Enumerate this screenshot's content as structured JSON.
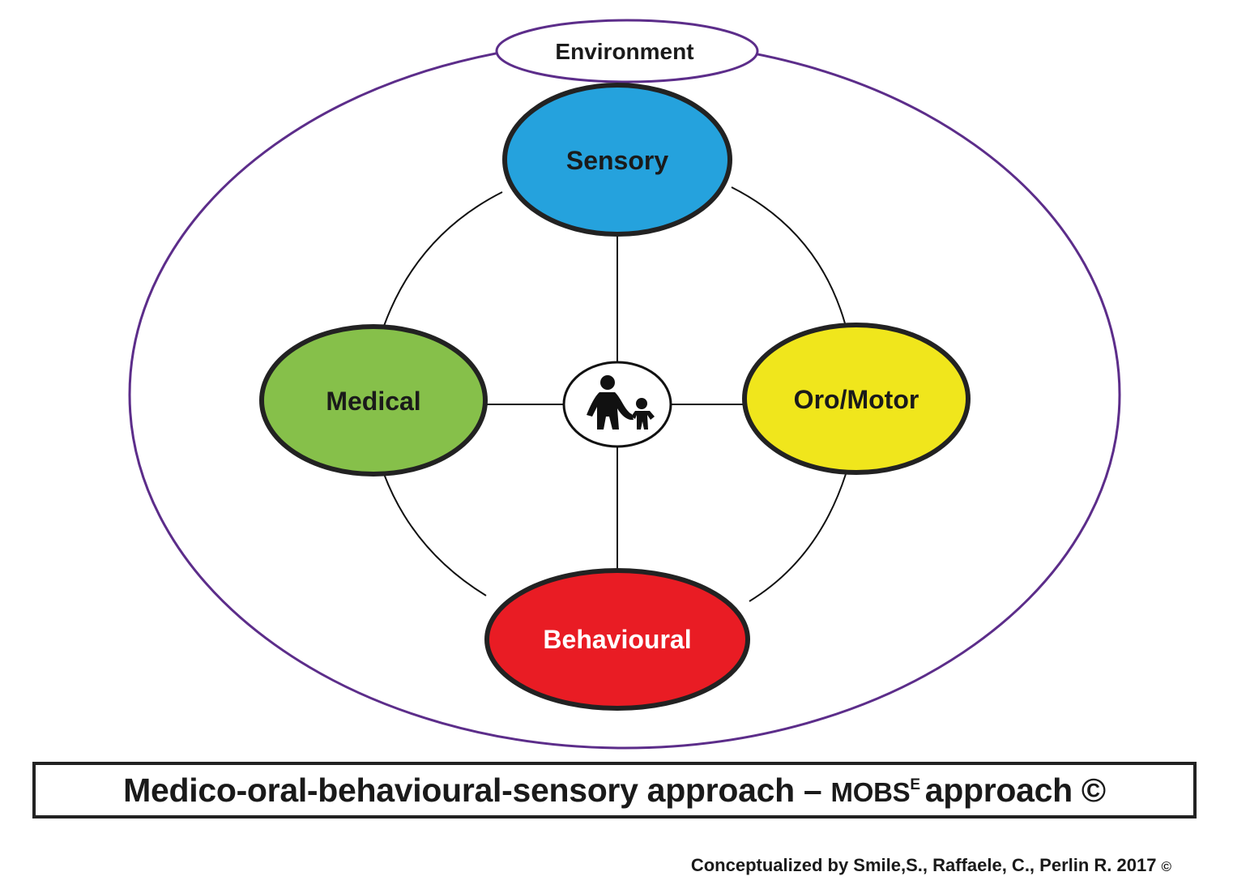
{
  "environment": {
    "label": "Environment"
  },
  "nodes": {
    "sensory": {
      "label": "Sensory",
      "color": "#25a2dd"
    },
    "medical": {
      "label": "Medical",
      "color": "#86c04a"
    },
    "oromotor": {
      "label": "Oro/Motor",
      "color": "#f0e61c"
    },
    "behavioural": {
      "label": "Behavioural",
      "color": "#e91c24"
    }
  },
  "center": {
    "icon": "parent-child-icon"
  },
  "colors": {
    "outline": "#222222",
    "environment_ring": "#5c2d8a"
  },
  "title": {
    "main": "Medico-oral-behavioural-sensory approach –",
    "acronym": "MOBS",
    "superscript": "E",
    "suffix": "approach ©"
  },
  "credit": {
    "text": "Conceptualized by Smile,S., Raffaele, C., Perlin R.  2017",
    "symbol": "©"
  }
}
